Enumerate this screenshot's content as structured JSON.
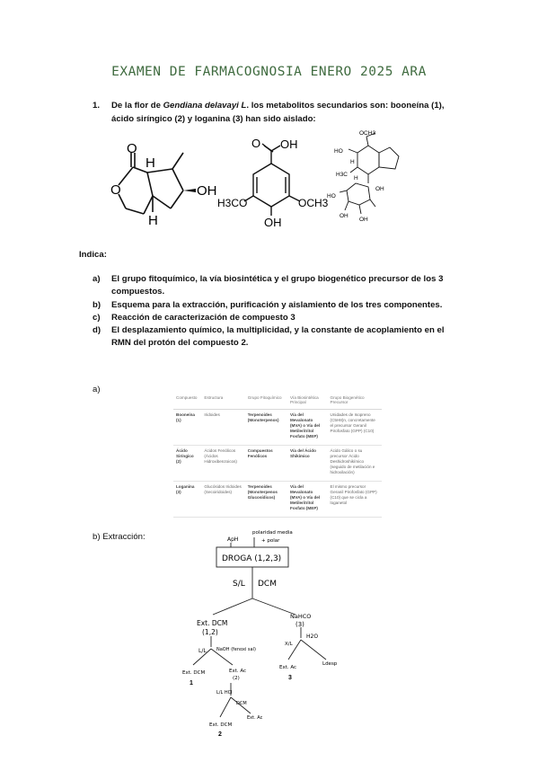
{
  "title": "EXAMEN DE FARMACOGNOSIA ENERO 2025 ARA",
  "question1": {
    "number": "1.",
    "text_pre": "De la flor de ",
    "species": "Gendiana delavayi L",
    "text_post": ". los metabolitos secundarios son: booneína (1), ácido siríngico (2) y loganina (3) han sido aislado:"
  },
  "structures": {
    "s1": {
      "o_label": "O",
      "o2_label": "O",
      "h1": "H",
      "h2": "H",
      "oh": "OH"
    },
    "s2": {
      "acid": "O",
      "oh_acid": "OH",
      "left_group": "H3CO",
      "right_group": "OCH3",
      "bottom_oh": "OH"
    },
    "s3": {
      "ester": "OCH3",
      "ho1": "HO",
      "h1": "H",
      "h3c": "H3C",
      "h2": "H",
      "oh1": "OH",
      "ho2": "HO",
      "oh2": "OH",
      "oh3": "OH"
    }
  },
  "indica_label": "Indica:",
  "subquestions": [
    {
      "letter": "a)",
      "text": "El grupo fitoquímico, la vía biosintética y el grupo biogenético precursor de los 3 compuestos."
    },
    {
      "letter": "b)",
      "text": "Esquema para la extracción, purificación y aislamiento de los tres componentes."
    },
    {
      "letter": "c)",
      "text": "Reacción de caracterización de compuesto 3"
    },
    {
      "letter": "d)",
      "text": "El desplazamiento químico, la multiplicidad, y la constante de acoplamiento en el RMN del protón del compuesto 2."
    }
  ],
  "answer_a_label": "a)",
  "table": {
    "headers": [
      "Compuesto",
      "Estructura",
      "Grupo Fitoquímico",
      "Vía Biosintética Principal",
      "Grupo Biogenético Precursor"
    ],
    "rows": [
      [
        "Booneína (1)",
        "Iridoides",
        "Terpenoides (Monoterpenos)",
        "Vía del Mevalonato (MVA) o Vía del Metileritritol Fosfato (MEP)",
        "Unidades de Isopreno (C5H8)n, concretamente el precursor Geranil Pirofosfato (GPP) (C10)"
      ],
      [
        "Ácido Siríngico (2)",
        "Ácidos Fenólicos (Ácidos Hidroxibenzoicos)",
        "Compuestos Fenólicos",
        "Vía del Ácido Shikímico",
        "Ácido Gálico o su precursor Ácido Deshidroshikímico (seguido de metilación e hidroxilación)"
      ],
      [
        "Loganina (3)",
        "Glucósidos Iridoides (Secoiridoides)",
        "Terpenoides (Monoterpenos Glucosídicos)",
        "Vía del Mevalonato (MVA) o Vía del Metileritritol Fosfato (MEP)",
        "El mismo precursor Geranil Pirofosfato (GPP) (C10) que se cicla a loganetol"
      ]
    ]
  },
  "answer_b_label": "b) Extracción:",
  "scheme": {
    "note1": "ApH",
    "note2": "polaridad media",
    "note3": "+ polar",
    "drug_box": "DROGA (1,2,3)",
    "split_left": "S/L",
    "split_right": "DCM",
    "left_extract": "Ext. DCM",
    "left_extract_ids": "(1,2)",
    "right_extract": "NaHCO",
    "right_extract_ids": "(3)",
    "ll_label": "L/L",
    "naoh_label": "NaOH (fenoxi sal)",
    "left_leaf": "Ext. DCM",
    "left_leaf_num": "1",
    "mid_leaf": "Ext. Ac",
    "mid_leaf_ids": "(2)",
    "h2o_label": "H2O",
    "xyl_label": "X/L",
    "right_leaf1": "Ext. Ac",
    "right_leaf1_num": "3",
    "right_leaf2": "Ldesp",
    "hcl_label": "L/L HCl",
    "dcm_label": "DCM",
    "bottom_leaf1": "Ext. DCM",
    "bottom_leaf1_num": "2",
    "bottom_leaf2": "Ext. Ac"
  }
}
